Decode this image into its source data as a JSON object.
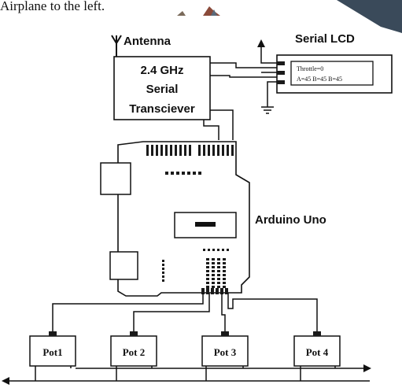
{
  "caption": "Airplane to the left.",
  "antenna": {
    "label": "Antenna"
  },
  "transceiver": {
    "lines": [
      "2.4 GHz",
      "Serial",
      "Transciever"
    ]
  },
  "lcd": {
    "title": "Serial LCD",
    "line1": "Throttle=0",
    "line2": "A=45 B=45 B=45"
  },
  "arduino": {
    "label": "Arduino Uno"
  },
  "pots": [
    {
      "label": "Pot1"
    },
    {
      "label": "Pot 2"
    },
    {
      "label": "Pot 3"
    },
    {
      "label": "Pot 4"
    }
  ],
  "colors": {
    "ink": "#111111",
    "background": "#ffffff",
    "corner_image": "#3a4a5a"
  }
}
